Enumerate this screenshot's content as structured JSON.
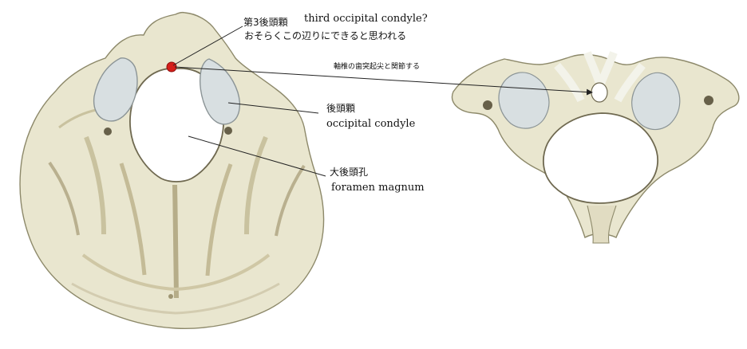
{
  "colors": {
    "bone": "#e9e6cf",
    "bone_shadow": "#c9c29f",
    "bone_edge": "#8d896a",
    "cartilage": "#d8dfe1",
    "ligament": "#f3f3ea",
    "marker": "#d51f1a",
    "line": "#222222"
  },
  "annotations": {
    "third_condyle_jp": "第3後頭顆",
    "third_condyle_en": "third occipital condyle?",
    "third_condyle_note": "おそらくこの辺りにできると思われる",
    "dens_note": "軸椎の歯突起尖と関節する",
    "occipital_condyle_jp": "後頭顆",
    "occipital_condyle_en": "occipital condyle",
    "foramen_jp": "大後頭孔",
    "foramen_en": "foramen magnum"
  }
}
